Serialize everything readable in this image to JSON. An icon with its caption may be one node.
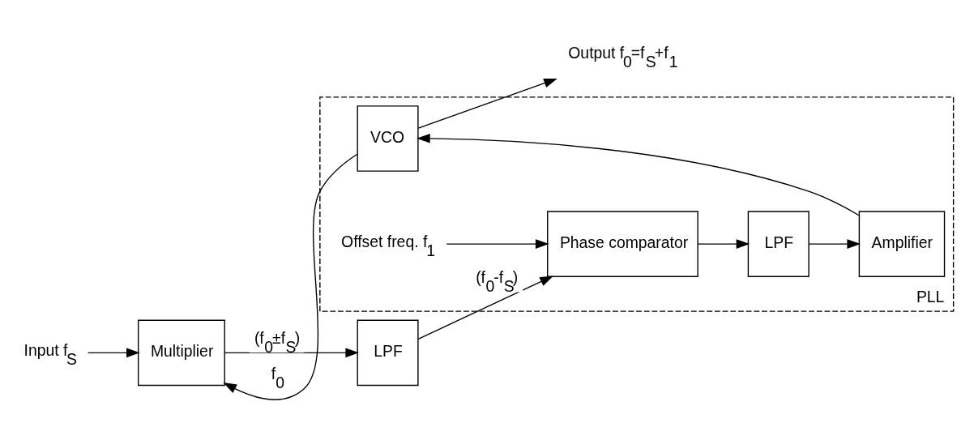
{
  "diagram": {
    "nodes": [
      {
        "text": [
          "Input f$_{S}$"
        ]
      },
      {
        "text": [
          "Multiplier"
        ]
      },
      {
        "text": [
          "LPF"
        ]
      },
      {
        "text": [
          "PLL"
        ]
      },
      {
        "text": [
          "Phase comparator"
        ],
        "in": 3
      },
      {
        "text": [
          "LPF"
        ],
        "in": 3
      },
      {
        "text": [
          "Amplifier"
        ],
        "in": 3
      },
      {
        "text": [
          "VCO"
        ],
        "in": 3
      },
      {
        "text": [
          "Offset freq. f$_{1}$"
        ],
        "in": 3
      },
      {
        "text": [
          "Output f$_{0}$=f$_{S}$+f$_{1}$"
        ]
      }
    ],
    "edges": [
      {
        "from": 0,
        "to": 1,
        "arrow": "to"
      },
      {
        "from": 1,
        "to": 2,
        "arrow": "to",
        "label": "(f$_{0}$±f$_{S}$)"
      },
      {
        "from": 2,
        "to": 4,
        "arrow": "to",
        "label": "(f$_{0}$-f$_{S}$)"
      },
      {
        "from": 4,
        "to": 5,
        "arrow": "to"
      },
      {
        "from": 5,
        "to": 6,
        "arrow": "to"
      },
      {
        "from": 6,
        "to": 7,
        "arrow": "to"
      },
      {
        "from": 8,
        "to": 4,
        "arrow": "to"
      },
      {
        "from": 7,
        "to": 1,
        "arrow": "to",
        "label": "f$_{0}$"
      },
      {
        "from": 7,
        "to": 9,
        "arrow": "to"
      }
    ]
  }
}
